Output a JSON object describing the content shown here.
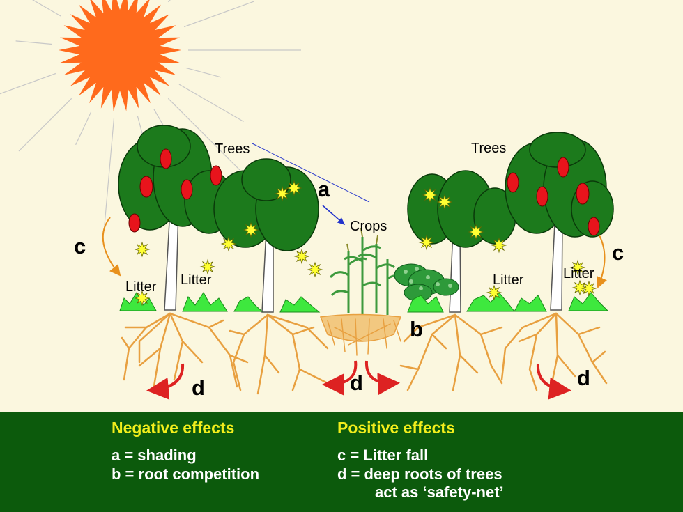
{
  "diagram": {
    "labels": {
      "trees_left": "Trees",
      "trees_right": "Trees",
      "crops": "Crops",
      "a": "a",
      "b": "b",
      "c_left": "c",
      "c_right": "c",
      "litter_1": "Litter",
      "litter_2": "Litter",
      "litter_3": "Litter",
      "litter_4": "Litter",
      "d_1": "d",
      "d_2": "d",
      "d_3": "d"
    }
  },
  "legend": {
    "negative": {
      "heading": "Negative effects",
      "items": [
        "a = shading",
        "b = root competition"
      ]
    },
    "positive": {
      "heading": "Positive effects",
      "items": [
        "c = Litter fall",
        "d = deep roots of trees",
        "act as ‘safety-net’"
      ]
    }
  },
  "colors": {
    "background": "#fbf7df",
    "sun": "#ff6a1c",
    "foliage": "#1c7a1c",
    "fruit": "#e8141c",
    "grass": "#3ee83e",
    "roots": "#e8a040",
    "legend_bg": "#0c5a0c",
    "legend_heading": "#f2ee1c",
    "legend_text": "#ffffff",
    "litter_star": "#ffff33",
    "litter_arrow": "#e8901c",
    "water_arrow": "#dd2222",
    "shading_arrow": "#2233cc"
  }
}
